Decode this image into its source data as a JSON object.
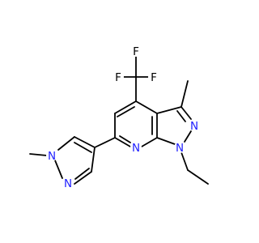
{
  "molecule": {
    "atoms": {
      "f_top": {
        "symbol": "F",
        "color": "#000000"
      },
      "f_left": {
        "symbol": "F",
        "color": "#000000"
      },
      "f_right": {
        "symbol": "F",
        "color": "#000000"
      },
      "n1": {
        "symbol": "N",
        "color": "#2020ff"
      },
      "n2": {
        "symbol": "N",
        "color": "#2020ff"
      },
      "n7": {
        "symbol": "N",
        "color": "#2020ff"
      },
      "n_pz1": {
        "symbol": "N",
        "color": "#2020ff"
      },
      "n_pz2": {
        "symbol": "N",
        "color": "#2020ff"
      }
    },
    "bond_color": "#000000",
    "background": "#ffffff"
  }
}
